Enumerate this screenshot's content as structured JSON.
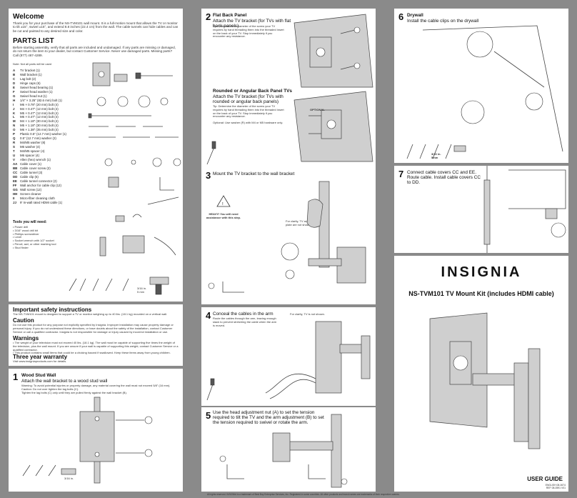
{
  "welcome": {
    "title": "Welcome",
    "text": "Thank you for your purchase of the NS-TVM101 wall mount. It is a full-motion mount that allows the TV or monitor to tilt ±15°, swivel ±15°, and extend 8.8 inches (22.4 cm) from the wall. The cable tunnels can hide cables and can be cut and painted to any desired size and color."
  },
  "parts": {
    "title": "PARTS LIST",
    "intro": "Before starting assembly, verify that all parts are included and undamaged. If any parts are missing or damaged, do not return the item to your dealer, but contact Customer Service. Never use damaged parts. Missing parts? Call (877) 467-4289.",
    "note": "Note: Not all parts will be used",
    "items": [
      {
        "id": "A",
        "name": "TV bracket (1)"
      },
      {
        "id": "B",
        "name": "Wall bracket (1)"
      },
      {
        "id": "C",
        "name": "Lag bolt (2)"
      },
      {
        "id": "D",
        "name": "Hinge caps (6)"
      },
      {
        "id": "E",
        "name": "Swivel head bearing (1)"
      },
      {
        "id": "F",
        "name": "Swivel head washer (1)"
      },
      {
        "id": "G",
        "name": "Swivel head nut (1)"
      },
      {
        "id": "H",
        "name": "1/4\" × 3.25\" (82.6 mm) bolt (1)"
      },
      {
        "id": "I",
        "name": "M6 × 0.78\" (20 mm) bolt (4)"
      },
      {
        "id": "J",
        "name": "M4 × 0.47\" (12 mm) bolt (4)"
      },
      {
        "id": "K",
        "name": "M5 × 0.47\" (12 mm) bolt (4)"
      },
      {
        "id": "L",
        "name": "M6 × 0.47\" (12 mm) bolt (4)"
      },
      {
        "id": "M",
        "name": "M4 × 1.18\" (30 mm) bolt (4)"
      },
      {
        "id": "N",
        "name": "M5 × 1.18\" (30 mm) bolt (4)"
      },
      {
        "id": "O",
        "name": "M6 × 1.38\" (35 mm) bolt (4)"
      },
      {
        "id": "P",
        "name": "Plastic 0.5\" (12.7 mm) washer (1)"
      },
      {
        "id": "Q",
        "name": "0.5\" (12.7 mm) washer (2)"
      },
      {
        "id": "R",
        "name": "M4/M5 washer (8)"
      },
      {
        "id": "S",
        "name": "M6 washer (4)"
      },
      {
        "id": "T",
        "name": "M4/M5 spacer (4)"
      },
      {
        "id": "U",
        "name": "M6 spacer (4)"
      },
      {
        "id": "V",
        "name": "Allen (hex) wrench (1)"
      },
      {
        "id": "AA",
        "name": "Cable cover (1)"
      },
      {
        "id": "BB",
        "name": "Cable cover screw (2)"
      },
      {
        "id": "CC",
        "name": "Cable tunnel (3)"
      },
      {
        "id": "DD",
        "name": "Cable clip (6)"
      },
      {
        "id": "EE",
        "name": "Cable tunnel connector (2)"
      },
      {
        "id": "FF",
        "name": "Wall anchor for cable clip (12)"
      },
      {
        "id": "GG",
        "name": "Wall screw (12)"
      },
      {
        "id": "HH",
        "name": "Screen cleaner"
      },
      {
        "id": "II",
        "name": "Micro-fiber cleaning cloth"
      },
      {
        "id": "JJ",
        "name": "9' In-wall rated HDMI cable (1)"
      }
    ],
    "tools_title": "Tools you will need:",
    "tools": [
      "Power drill",
      "3/16\" wood drill bit",
      "Phillips screwdriver",
      "Level",
      "Socket wrench with 1/2\" socket",
      "Pencil, awl, or other marking tool",
      "Stud finder"
    ],
    "drill_label": "3/16 in.\n5 mm"
  },
  "safety": {
    "title": "Important safety instructions",
    "text": "The NS-TVM101 mount is designed to support a TV or monitor weighing up to 40 lbs. (18.1 kg) mounted on a vertical wall.",
    "caution_title": "Caution",
    "caution_text": "Do not use this product for any purpose not explicitly specified by Insignia. Improper installation may cause property damage or personal injury. If you do not understand these directions, or have doubts about the safety of the installation, contact Customer Service or call a qualified contractor. Insignia is not responsible for damage or injury caused by incorrect installation or use.",
    "warnings_title": "Warnings",
    "warnings": [
      "The weight of your television must not exceed 40 lbs. (18.1 kg). The wall must be capable of supporting five times the weight of the television, plus the wall mount. If you are unsure if your wall is capable of supporting this weight, contact Customer Service or a qualified contractor.",
      "This product contains small items that could be a choking hazard if swallowed. Keep these items away from young children."
    ],
    "warranty_title": "Three year warranty",
    "warranty_text": "Visit www.insigniaproducts.com for details."
  },
  "step1": {
    "num": "1",
    "title": "Wood Stud Wall",
    "subtitle": "Attach the wall bracket to a wood stud wall",
    "warning": "Warning: To avoid potential injuries or property damage, any material covering the wall must not exceed 5/8\" (16 mm).",
    "caution": "Caution: Do not over tighten the lag bolts (C).",
    "text": "Tighten the lag bolts (C) only until they are pulled firmly against the wall bracket (B).",
    "drill": "3/16 in."
  },
  "step2": {
    "num": "2",
    "title": "Flat Back Panel",
    "subtitle": "Attach the TV bracket (for TVs with flat back panels)",
    "tip": "Tip: Determine the diameter of the screw your TV requires by hand threading them into the threaded insert on the back of your TV. Stop immediately if you encounter any resistance.",
    "title2": "Rounded or Angular Back Panel TVs",
    "subtitle2": "Attach the TV bracket (for TVs with rounded or angular back panels)",
    "tip2": "Tip: Determine the diameter of the screw your TV requires by hand threading them into the threaded insert on the back of your TV. Stop immediately if you encounter any resistance.",
    "optional": "Optional: Use washer (R) with M4 or M5 hardware only.",
    "optional_label": "OPTIONAL"
  },
  "step3": {
    "num": "3",
    "title": "Mount the TV bracket to the wall bracket",
    "heavy": "HEAVY! You will need assistance with this step.",
    "clarity": "For clarity, TV and floor plate are not shown."
  },
  "step4": {
    "num": "4",
    "title": "Conceal the cables in the arm",
    "text": "Route the cables through the arm, leaving enough slack to prevent stretching the cable when the arm is moved.",
    "clarity": "For clarity, TV is not shown."
  },
  "step5": {
    "num": "5",
    "title": "Use the head adjustment nut (A) to set the tension required to tilt the TV and the arm adjustment (B) to set the tension required to swivel or rotate the arm."
  },
  "step6": {
    "num": "6",
    "title": "Drywall",
    "subtitle": "Install the cable clips on the drywall",
    "drill": "3/16 in.\n5mm"
  },
  "step7": {
    "num": "7",
    "title": "Connect cable covers CC and EE. Route cable. Install cable covers CC to DD."
  },
  "cover": {
    "brand": "INSIGNIA",
    "product": "NS-TVM101 TV Mount Kit (includes HDMI cable)",
    "guide": "USER GUIDE",
    "code": "ENGLISH 08-0674\nREF 08-0591 V01"
  },
  "footer": "All rights reserved. INSIGNIA is a trademark of Best Buy Enterprise Services, Inc. Registered in some countries. All other products and brand names are trademarks of their respective owners."
}
